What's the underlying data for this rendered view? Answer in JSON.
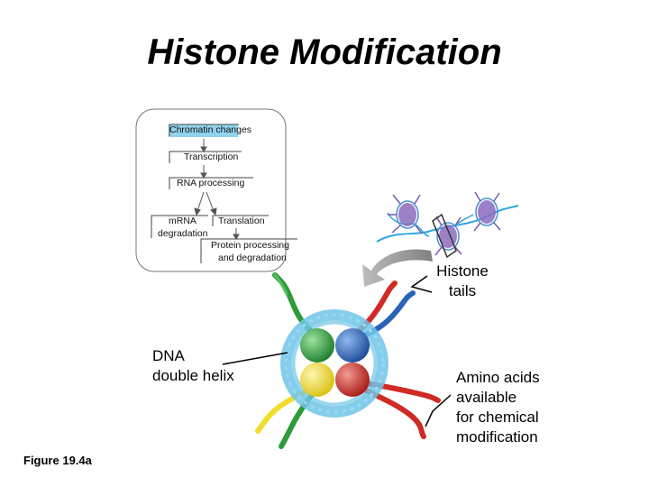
{
  "title": "Histone Modification",
  "flowchart": {
    "chromatin": "Chromatin changes",
    "transcription": "Transcription",
    "rna_processing": "RNA processing",
    "mrna_line1": "mRNA",
    "mrna_line2": "degradation",
    "translation": "Translation",
    "protein_line1": "Protein processing",
    "protein_line2": "and degradation"
  },
  "labels": {
    "histone_line1": "Histone",
    "histone_line2": "tails",
    "dna_line1": "DNA",
    "dna_line2": "double helix",
    "amino_line1": "Amino acids",
    "amino_line2": "available",
    "amino_line3": "for chemical",
    "amino_line4": "modification"
  },
  "figure": "Figure 19.4a",
  "colors": {
    "highlight": "#8fd3ef",
    "dna": "#6fc6e8",
    "green": "#2e9b3a",
    "blue": "#2a64b8",
    "yellow": "#f1de2a",
    "red": "#cf2a24",
    "arrow": "#9a9a9a"
  }
}
